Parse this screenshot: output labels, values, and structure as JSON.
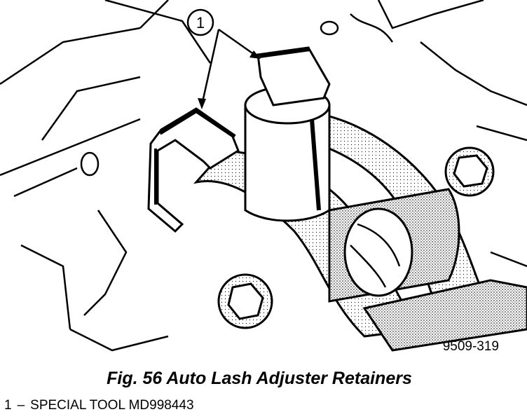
{
  "figure": {
    "callout_number": "1",
    "figure_code": "9509-319"
  },
  "caption": "Fig. 56 Auto Lash Adjuster Retainers",
  "legend": {
    "number": "1",
    "dash": "–",
    "text": "SPECIAL TOOL MD998443"
  }
}
